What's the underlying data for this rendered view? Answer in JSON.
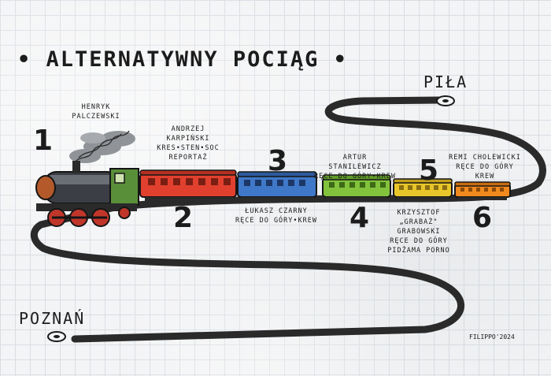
{
  "title": "• ALTERNATYWNY POCIĄG •",
  "stations": {
    "end": "PIŁA",
    "start": "POZNAŃ"
  },
  "carriages": [
    {
      "number": "1",
      "lines": [
        "HENRYK",
        "PALCZEWSKI"
      ],
      "color": "#5a8f3a"
    },
    {
      "number": "2",
      "lines": [
        "ANDRZEJ",
        "KARPIŃSKI",
        "KRES•STEN•SOC",
        "REPORTAŻ"
      ],
      "color": "#e2402e"
    },
    {
      "number": "3",
      "lines": [
        "ŁUKASZ CZARNY",
        "RĘCE DO GÓRY•KREW"
      ],
      "color": "#3f78c8"
    },
    {
      "number": "4",
      "lines": [
        "ARTUR",
        "STANILEWICZ",
        "RĘCE DO GÓRY•KREW"
      ],
      "color": "#82c23c"
    },
    {
      "number": "5",
      "lines": [
        "KRZYSZTOF",
        "„GRABAŻ\"",
        "GRABOWSKI",
        "RĘCE DO GÓRY",
        "PIDŻAMA PORNO"
      ],
      "color": "#e8c62a"
    },
    {
      "number": "6",
      "lines": [
        "REMI CHOLEWICKI",
        "RĘCE DO GÓRY",
        "KREW"
      ],
      "color": "#f08a1e"
    }
  ],
  "signature": "FILIPPO'2024"
}
